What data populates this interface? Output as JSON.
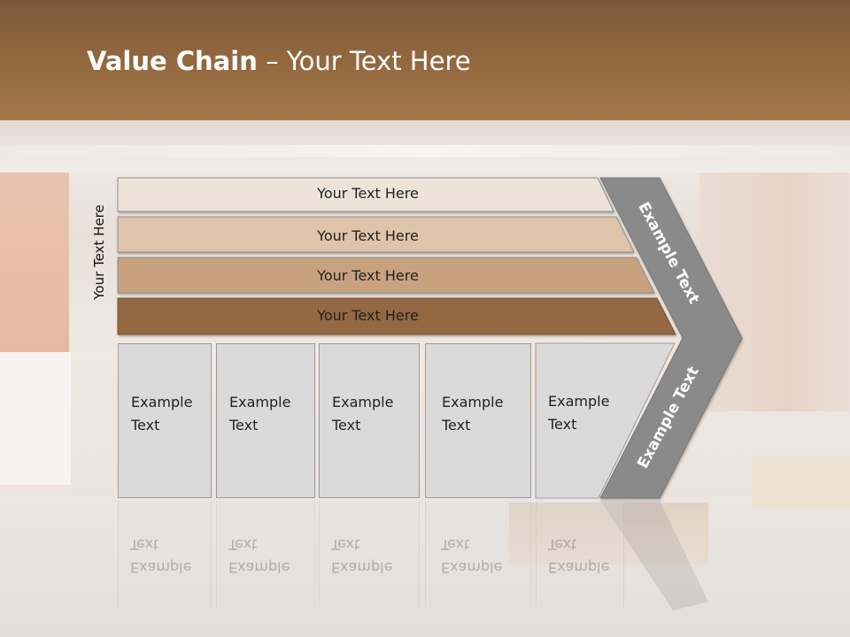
{
  "title": {
    "bold": "Value Chain",
    "rest": " – Your Text Here"
  },
  "side_label": "Your Text Here",
  "bars": [
    {
      "label": "Your Text Here",
      "color": "#ede3d9"
    },
    {
      "label": "Your Text Here",
      "color": "#dfc4ab"
    },
    {
      "label": "Your Text Here",
      "color": "#c8a27f"
    },
    {
      "label": "Your Text Here",
      "color": "#936842"
    }
  ],
  "cards": [
    {
      "line1": "Example",
      "line2": "Text"
    },
    {
      "line1": "Example",
      "line2": "Text"
    },
    {
      "line1": "Example",
      "line2": "Text"
    },
    {
      "line1": "Example",
      "line2": "Text"
    },
    {
      "line1": "Example",
      "line2": "Text"
    }
  ],
  "chevron": {
    "upper": "Example Text",
    "lower": "Example Text",
    "color": "#8a8a8a"
  },
  "header_color": "#94693f"
}
